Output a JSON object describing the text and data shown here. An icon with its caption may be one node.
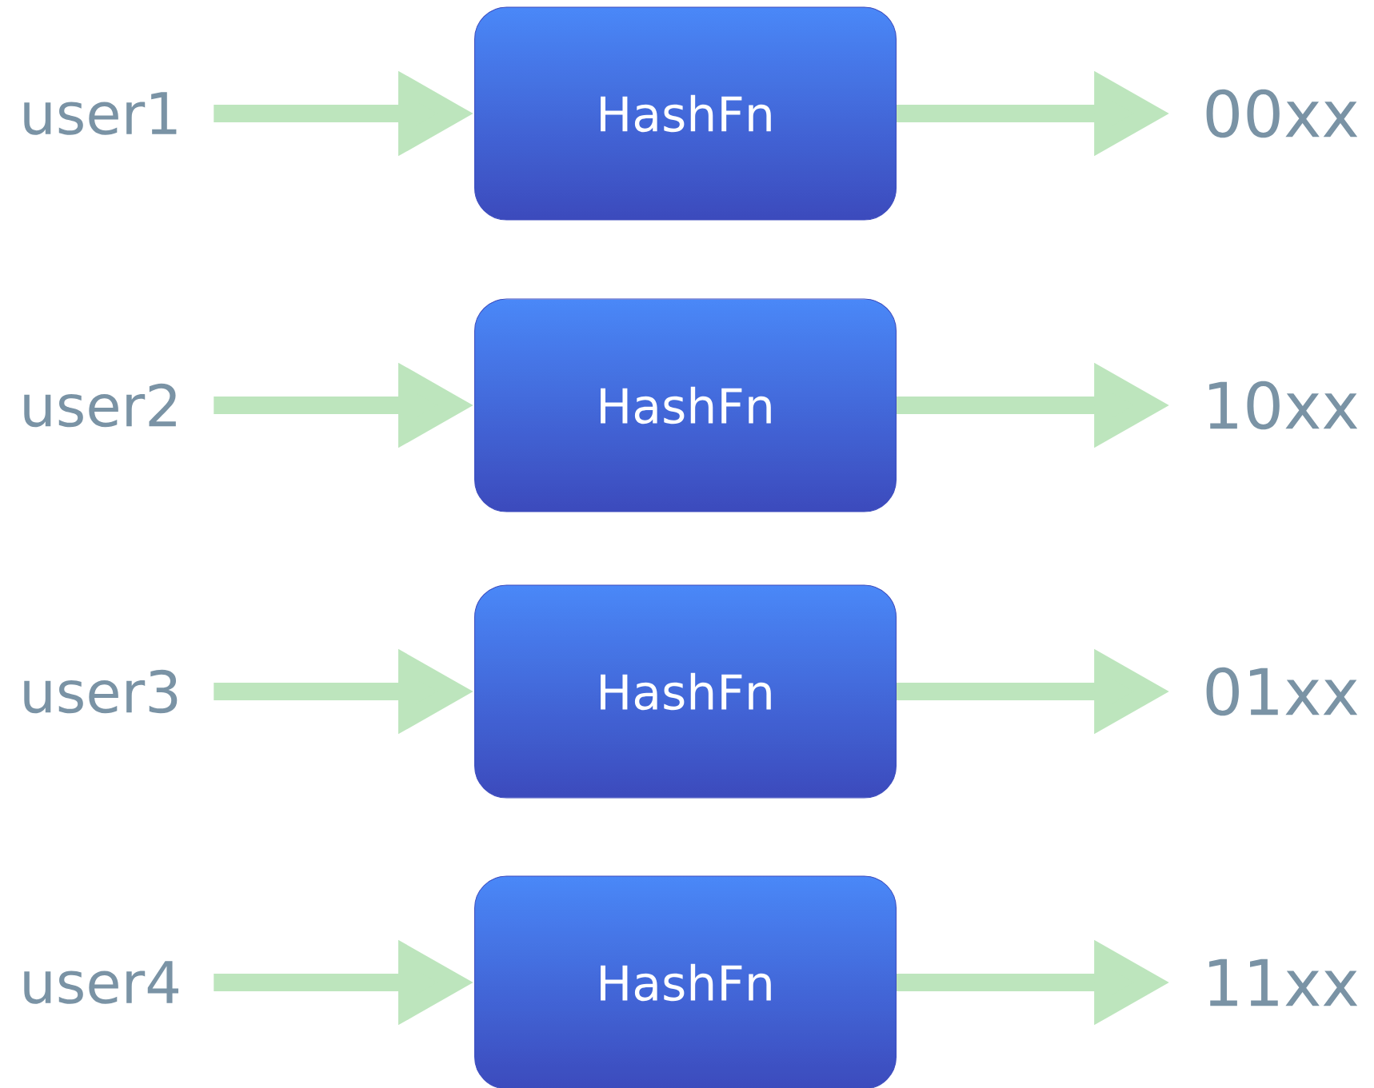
{
  "diagram": {
    "nodes": [
      {
        "text": [
          "user1"
        ]
      },
      {
        "text": [
          "HashFn"
        ]
      },
      {
        "text": [
          "00xx"
        ]
      },
      {
        "text": [
          "user2"
        ]
      },
      {
        "text": [
          "HashFn"
        ]
      },
      {
        "text": [
          "10xx"
        ]
      },
      {
        "text": [
          "user3"
        ]
      },
      {
        "text": [
          "HashFn"
        ]
      },
      {
        "text": [
          "01xx"
        ]
      },
      {
        "text": [
          "user4"
        ]
      },
      {
        "text": [
          "HashFn"
        ]
      },
      {
        "text": [
          "11xx"
        ]
      }
    ],
    "edges": [
      {
        "from": 0,
        "to": 1,
        "arrow": "to"
      },
      {
        "from": 1,
        "to": 2,
        "arrow": "to"
      },
      {
        "from": 3,
        "to": 4,
        "arrow": "to"
      },
      {
        "from": 4,
        "to": 5,
        "arrow": "to"
      },
      {
        "from": 6,
        "to": 7,
        "arrow": "to"
      },
      {
        "from": 7,
        "to": 8,
        "arrow": "to"
      },
      {
        "from": 9,
        "to": 10,
        "arrow": "to"
      },
      {
        "from": 10,
        "to": 11,
        "arrow": "to"
      }
    ]
  }
}
